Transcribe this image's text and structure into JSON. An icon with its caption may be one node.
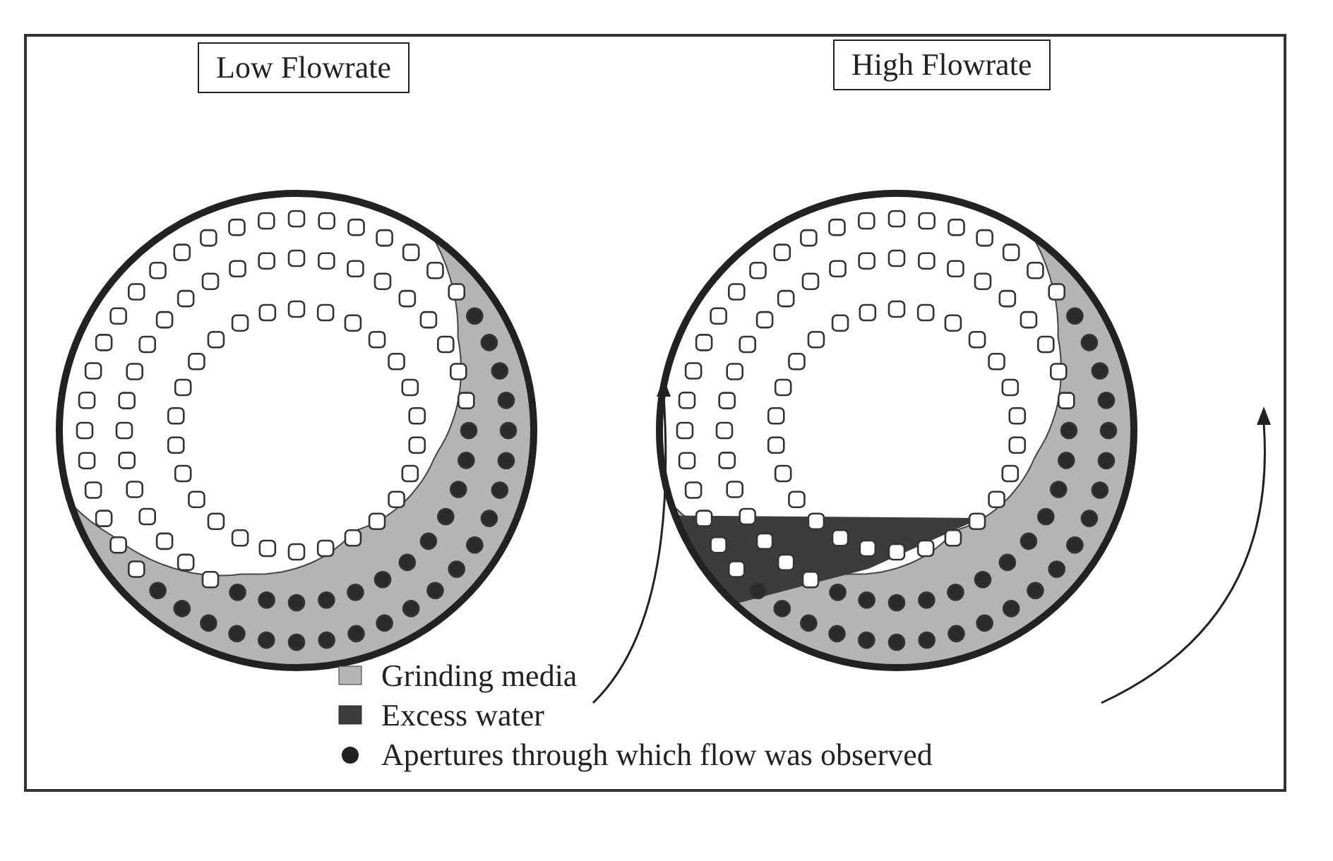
{
  "diagram": {
    "nodes": [
      {
        "text": [
          "Low Flowrate"
        ]
      },
      {
        "text": [
          "High Flowrate"
        ]
      }
    ],
    "legend": [
      {
        "text": "Grinding media",
        "color": "#b4b4b4"
      },
      {
        "text": "Excess water",
        "color": "#3c3c3c"
      },
      {
        "text": "Apertures through which flow was observed"
      }
    ]
  }
}
